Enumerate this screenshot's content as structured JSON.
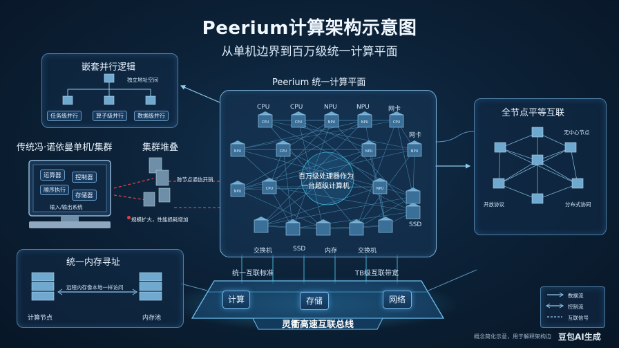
{
  "title": "Peerium计算架构示意图",
  "subtitle": "从单机边界到百万级统一计算平面",
  "nested": {
    "title": "嵌套并行逻辑",
    "addr_label": "独立地址空间",
    "levels": [
      "任务级并行",
      "算子级并行",
      "数据级并行"
    ]
  },
  "legacy": {
    "title": "传统冯·诺依曼单机/集群",
    "cluster_title": "集群堆叠",
    "units": [
      "运算器",
      "控制器",
      "顺序执行",
      "存储器"
    ],
    "io_label": "输入/输出系统",
    "cross_node_label": "跨节点通信开销",
    "scaling_label": "规模扩大，性能损耗增加"
  },
  "memory": {
    "title": "统一内存寻址",
    "remote_label": "远程内存像本地一样访问",
    "compute_node": "计算节点",
    "memory_pool": "内存池"
  },
  "plane": {
    "title": "Peerium 统一计算平面",
    "top_labels": [
      "CPU",
      "CPU",
      "NPU",
      "NPU",
      "网卡"
    ],
    "right_labels": [
      "网卡",
      "SSD"
    ],
    "bottom_labels": [
      "交换机",
      "SSD",
      "内存",
      "交换机"
    ],
    "center_text_1": "百万级处理器作为",
    "center_text_2": "一台超级计算机",
    "chip_labels": [
      "CPU",
      "CPU",
      "NPU",
      "NPU",
      "CPU",
      "NPU",
      "CPU",
      "NPU",
      "NPU",
      "NPU",
      "CPU",
      "NPU"
    ]
  },
  "peer": {
    "title": "全节点平等互联",
    "no_center": "无中心节点",
    "open_protocol": "开放协议",
    "distributed": "分布式协同"
  },
  "bus": {
    "left_label": "统一互联标准",
    "right_label": "TB级互联带宽",
    "compute": "计算",
    "storage": "存储",
    "network": "网络",
    "name": "灵衢高速互联总线"
  },
  "legend": {
    "data_flow": "数据流",
    "control_flow": "控制流",
    "signal": "互联信号"
  },
  "caption": "概念简化示意，用于解释架构边",
  "watermark": "豆包AI生成",
  "colors": {
    "accent": "#3fd0ff",
    "panel_border": "#4f7ea5",
    "warning": "#e0404a",
    "cube_top": "#6fa9d0",
    "cube_side": "#3a6f98"
  }
}
